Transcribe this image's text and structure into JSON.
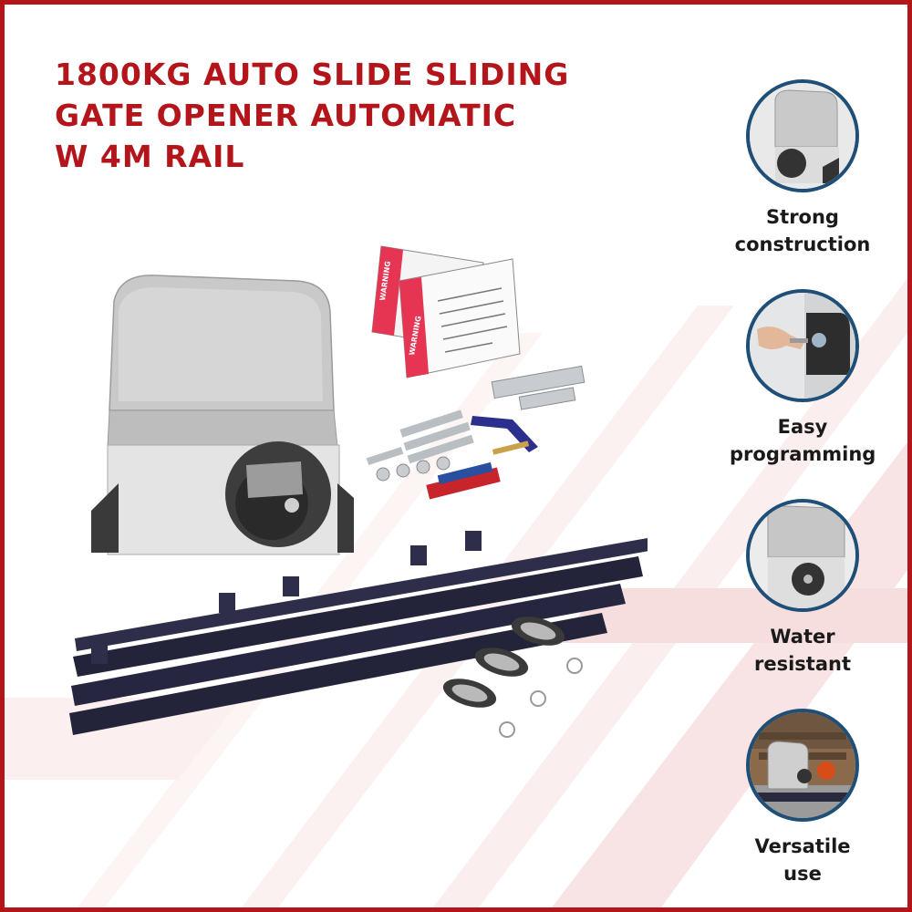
{
  "title_lines": [
    "1800KG AUTO SLIDE SLIDING",
    "GATE OPENER AUTOMATIC",
    "W 4M RAIL"
  ],
  "colors": {
    "brand_red": "#b3151b",
    "circle_border": "#1f4f76",
    "text_dark": "#1a1a1a"
  },
  "features": [
    {
      "icon": "motor-unit-icon",
      "label_lines": [
        "Strong",
        "construction"
      ]
    },
    {
      "icon": "hand-key-icon",
      "label_lines": [
        "Easy",
        "programming"
      ]
    },
    {
      "icon": "motor-closeup-icon",
      "label_lines": [
        "Water",
        "resistant"
      ]
    },
    {
      "icon": "gate-install-icon",
      "label_lines": [
        "Versatile",
        "use"
      ]
    }
  ],
  "warning_signs": [
    "WARNING",
    "WARNING"
  ]
}
